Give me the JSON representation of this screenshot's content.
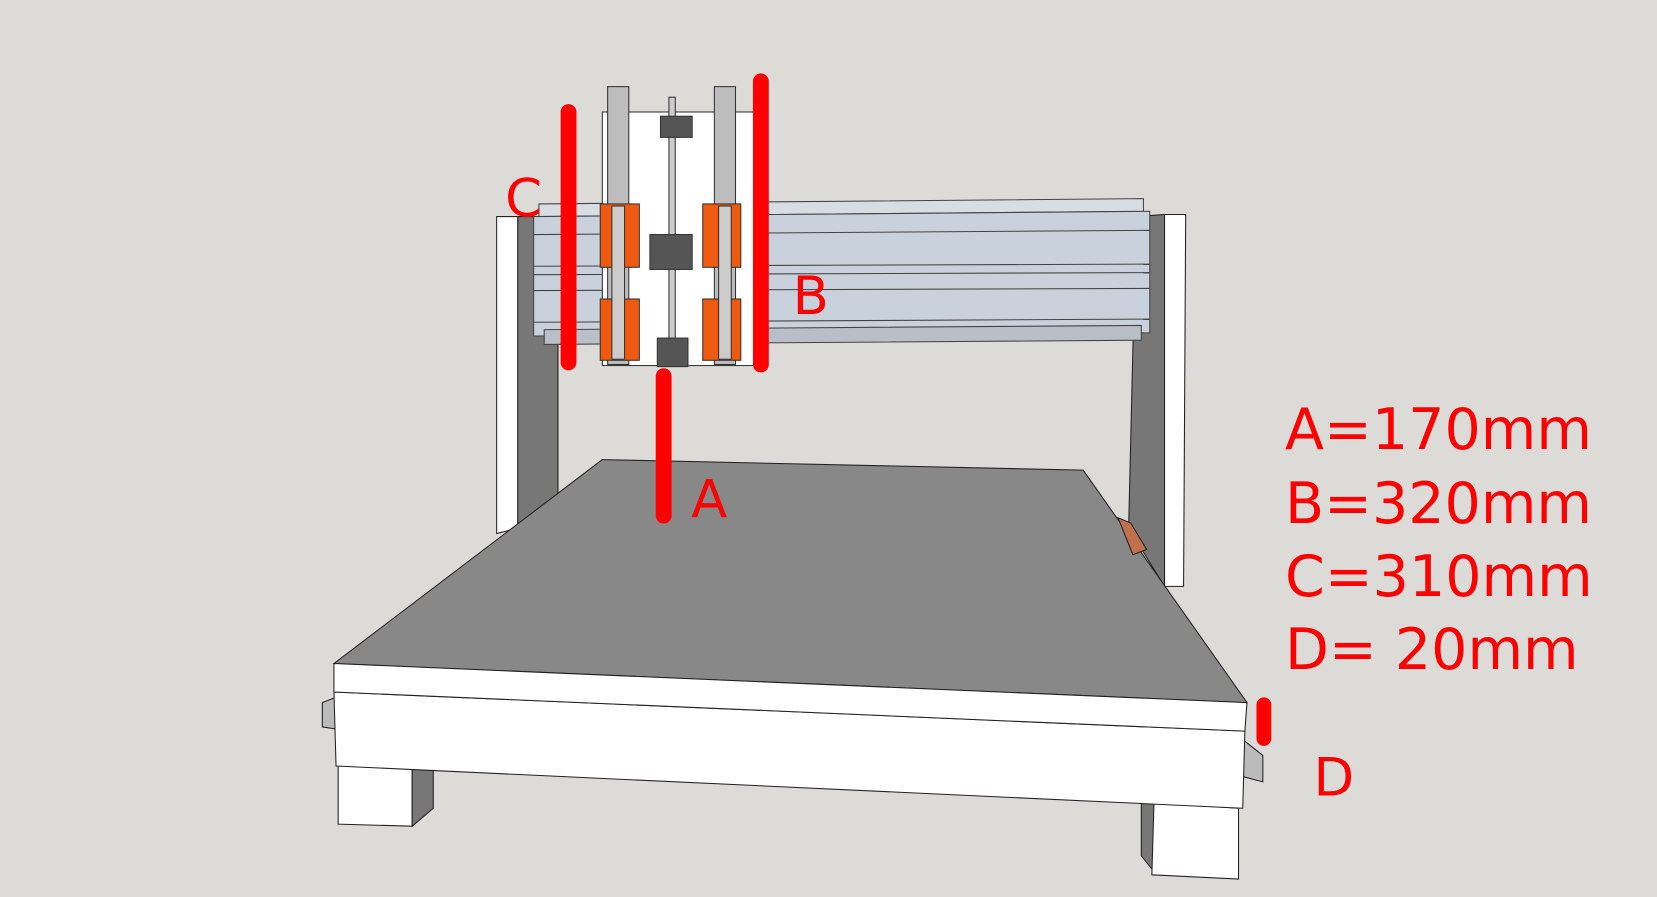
{
  "labels": {
    "a": "A",
    "b": "B",
    "c": "C",
    "d": "D"
  },
  "legend": [
    "A=170mm",
    "B=320mm",
    "C=310mm",
    "D= 20mm"
  ],
  "colors": {
    "background": "#dcdbd7",
    "annotation": "#ff0000",
    "bed": "#888888",
    "bearing_block": "#f05a10",
    "beam": "#c9d1dc"
  }
}
